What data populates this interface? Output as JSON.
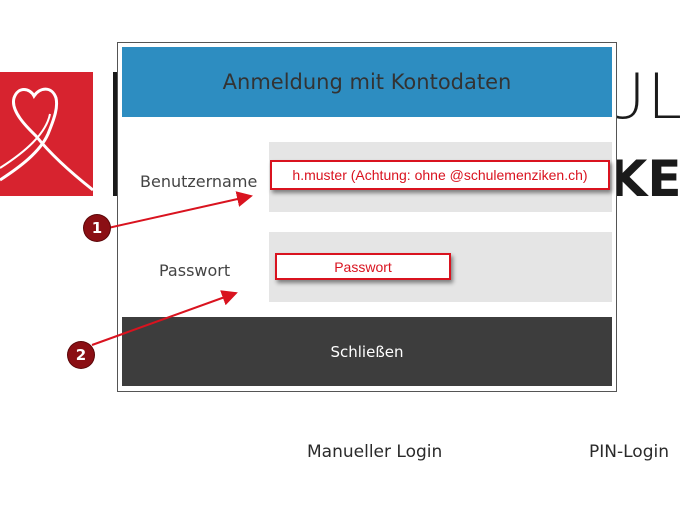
{
  "dialog": {
    "title": "Anmeldung mit Kontodaten",
    "username_label": "Benutzername",
    "password_label": "Passwort",
    "close_label": "Schließen"
  },
  "annotations": {
    "username_note": "h.muster (Achtung: ohne @schulemenziken.ch)",
    "password_note": "Passwort",
    "marker_1": "1",
    "marker_2": "2"
  },
  "background": {
    "brand_top": "UL",
    "brand_bottom": "IKE",
    "manual_login": "Manueller Login",
    "pin_login": "PIN-Login"
  },
  "colors": {
    "header": "#2d8dc1",
    "close_button": "#3d3d3d",
    "annotation_red": "#d9131f",
    "marker": "#8b0f14",
    "logo_red": "#d7232f"
  },
  "icons": {
    "logo": "heart-icon"
  }
}
